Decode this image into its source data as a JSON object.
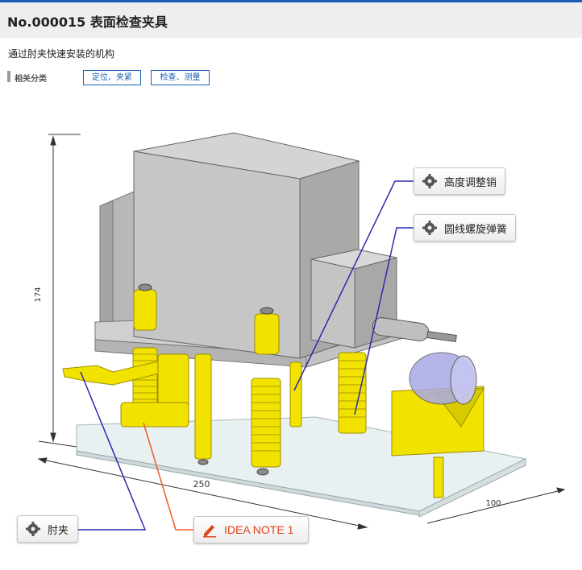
{
  "header": {
    "title": "No.000015 表面检查夹具"
  },
  "description": "通过肘夹快速安装的机构",
  "categories": {
    "label": "相关分类",
    "tags": [
      "定位、夹紧",
      "检查、测量"
    ]
  },
  "figure": {
    "dim_height": "174",
    "dim_width": "250",
    "dim_depth": "100"
  },
  "callouts": {
    "height_pin": "高度调整销",
    "coil_spring": "圆线螺旋弹簧",
    "toggle_clamp": "肘夹",
    "idea_note": "IDEA NOTE 1"
  },
  "icons": {
    "callout_icon": "gear-icon",
    "idea_icon": "pencil-icon"
  },
  "colors": {
    "accent": "#1a5fb4",
    "callout_line": "#2b2bb0",
    "idea_line": "#f05a28",
    "part_yellow": "#f2e200",
    "part_gray": "#c9c9c9"
  }
}
